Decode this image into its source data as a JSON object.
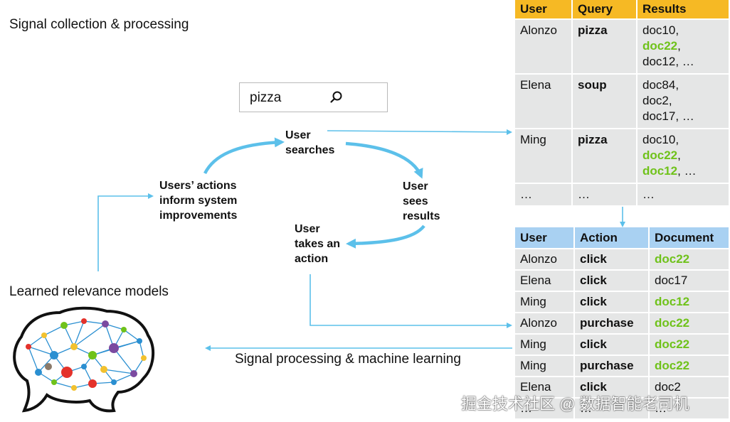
{
  "headings": {
    "signal": "Signal collection & processing",
    "models": "Learned relevance models"
  },
  "search": {
    "query": "pizza",
    "icon": "search-icon"
  },
  "cycle": {
    "user_searches": [
      "User",
      "searches"
    ],
    "user_sees_results": [
      "User",
      "sees",
      "results"
    ],
    "user_takes_action": [
      "User",
      "takes an",
      "action"
    ],
    "actions_inform": [
      "Users’ actions",
      "inform system",
      "improvements"
    ]
  },
  "signal_processing_label": "Signal processing & machine learning",
  "results_table": {
    "header_color": "#f6b924",
    "headers": [
      "User",
      "Query",
      "Results"
    ],
    "rows": [
      {
        "user": "Alonzo",
        "query": "pizza",
        "results": [
          {
            "text": "doc10,",
            "hl": false
          },
          {
            "text": "doc22",
            "hl": true,
            "suffix": ","
          },
          {
            "text": "doc12, …",
            "hl": false
          }
        ]
      },
      {
        "user": "Elena",
        "query": "soup",
        "results": [
          {
            "text": "doc84,",
            "hl": false
          },
          {
            "text": "doc2,",
            "hl": false
          },
          {
            "text": "doc17, …",
            "hl": false
          }
        ]
      },
      {
        "user": "Ming",
        "query": "pizza",
        "results": [
          {
            "text": "doc10,",
            "hl": false
          },
          {
            "text": "doc22",
            "hl": true,
            "suffix": ","
          },
          {
            "text": "doc12",
            "hl": true,
            "suffix": ", …"
          }
        ]
      }
    ],
    "ellipsis": [
      "…",
      "…",
      "…"
    ]
  },
  "actions_table": {
    "header_color": "#a9d1f2",
    "headers": [
      "User",
      "Action",
      "Document"
    ],
    "rows": [
      {
        "user": "Alonzo",
        "action": "click",
        "document": "doc22",
        "hl": true
      },
      {
        "user": "Elena",
        "action": "click",
        "document": "doc17",
        "hl": false
      },
      {
        "user": "Ming",
        "action": "click",
        "document": "doc12",
        "hl": true
      },
      {
        "user": "Alonzo",
        "action": "purchase",
        "document": "doc22",
        "hl": true
      },
      {
        "user": "Ming",
        "action": "click",
        "document": "doc22",
        "hl": true
      },
      {
        "user": "Ming",
        "action": "purchase",
        "document": "doc22",
        "hl": true
      },
      {
        "user": "Elena",
        "action": "click",
        "document": "doc2",
        "hl": false
      }
    ],
    "ellipsis": [
      "…",
      "…",
      "…"
    ]
  },
  "colors": {
    "arrow": "#5cc0ea",
    "highlight": "#6fc21a",
    "cell": "#e5e6e6"
  },
  "watermark": "掘金技术社区 @ 数据智能老司机"
}
